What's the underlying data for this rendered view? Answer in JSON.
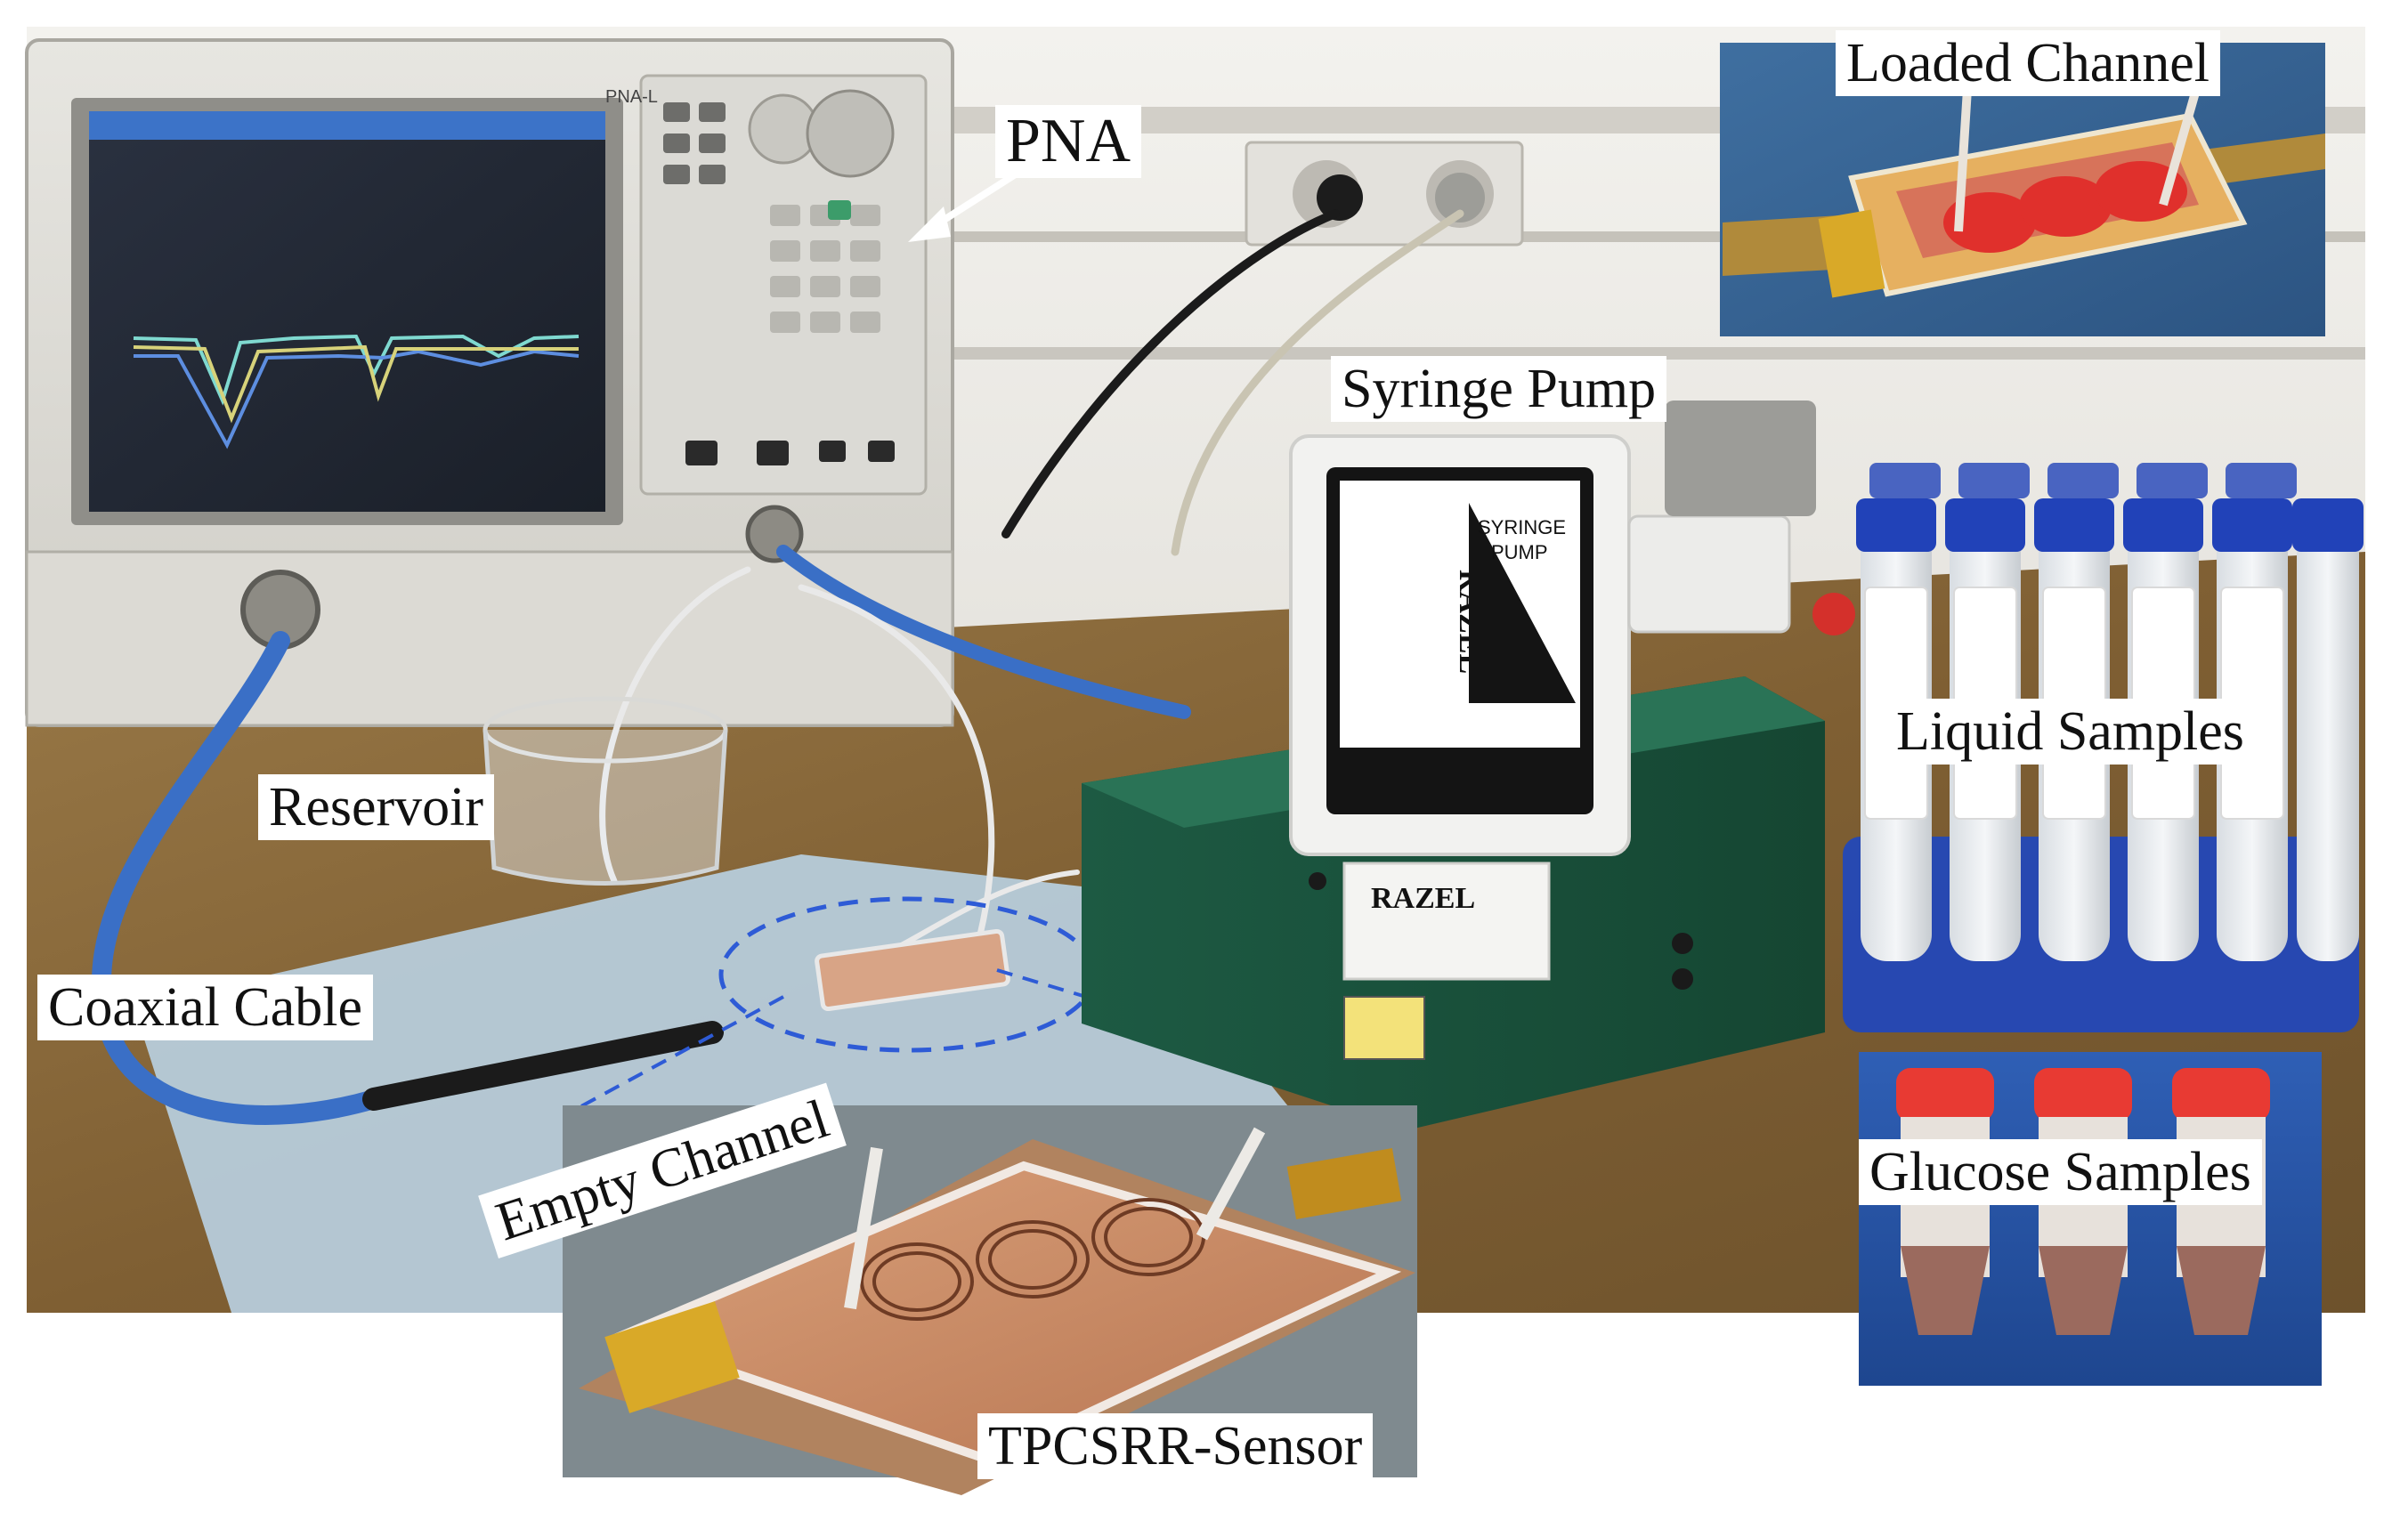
{
  "labels": {
    "pna": "PNA",
    "loaded_channel": "Loaded Channel",
    "syringe_pump": "Syringe Pump",
    "liquid_samples": "Liquid Samples",
    "reservoir": "Reservoir",
    "coaxial_cable": "Coaxial Cable",
    "glucose_samples": "Glucose Samples",
    "empty_channel": "Empty Channel",
    "tpcsrr_sensor": "TPCSRR-Sensor"
  },
  "device_markings": {
    "pump_brand": "RAZEL",
    "pump_title_line1": "SYRINGE",
    "pump_title_line2": "PUMP",
    "analyzer_model": "PNA-L"
  },
  "colors": {
    "bench": "#8a6a3c",
    "wall": "#e9e7e2",
    "pump_base": "#1f5e46",
    "cable_blue": "#3a6fc6",
    "tube_cap_blue": "#2142b8",
    "glucose_cap_red": "#e83a33",
    "sensor_copper": "#c98a62"
  }
}
